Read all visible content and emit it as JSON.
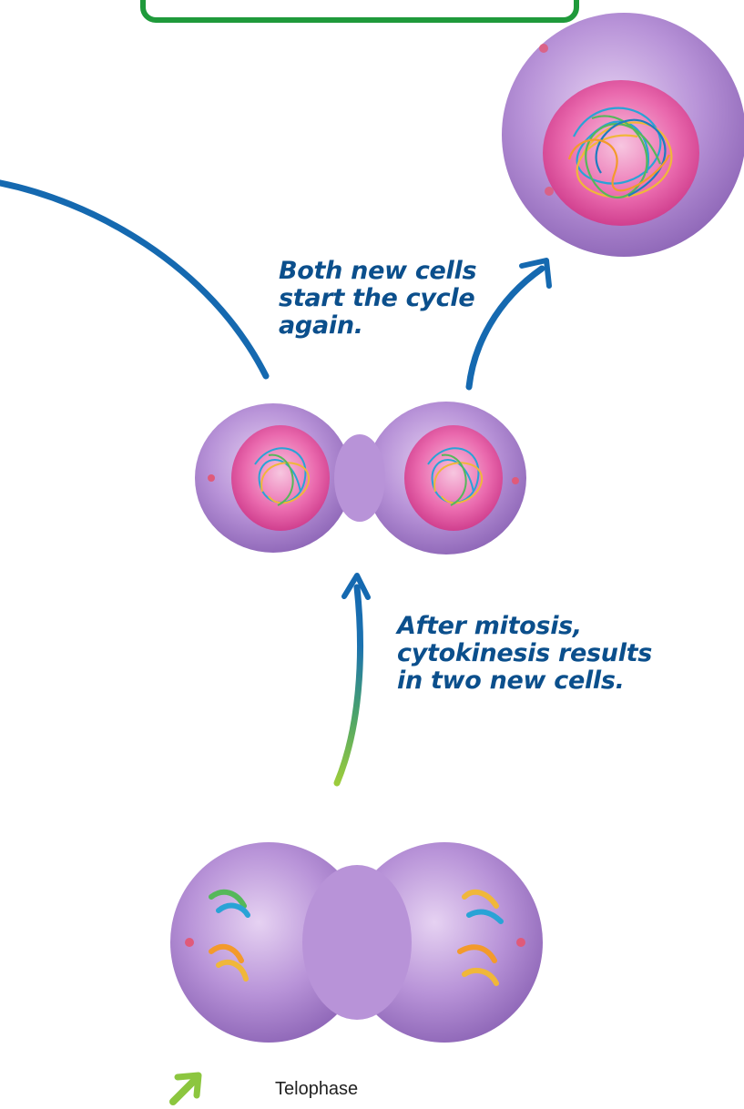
{
  "notes": {
    "new_cells": "Both new cells\nstart the cycle\nagain.",
    "cytokinesis": "After mitosis,\ncytokinesis results\nin two new cells."
  },
  "stage_label": "Telophase",
  "colors": {
    "header_box_border": "#1f9a3b",
    "arrow_blue": "#1569b0",
    "arrow_green": "#8cc63f",
    "note_text": "#0b4f8c",
    "cytoplasm": "#b58ad6",
    "nucleus": "#e0509a"
  }
}
